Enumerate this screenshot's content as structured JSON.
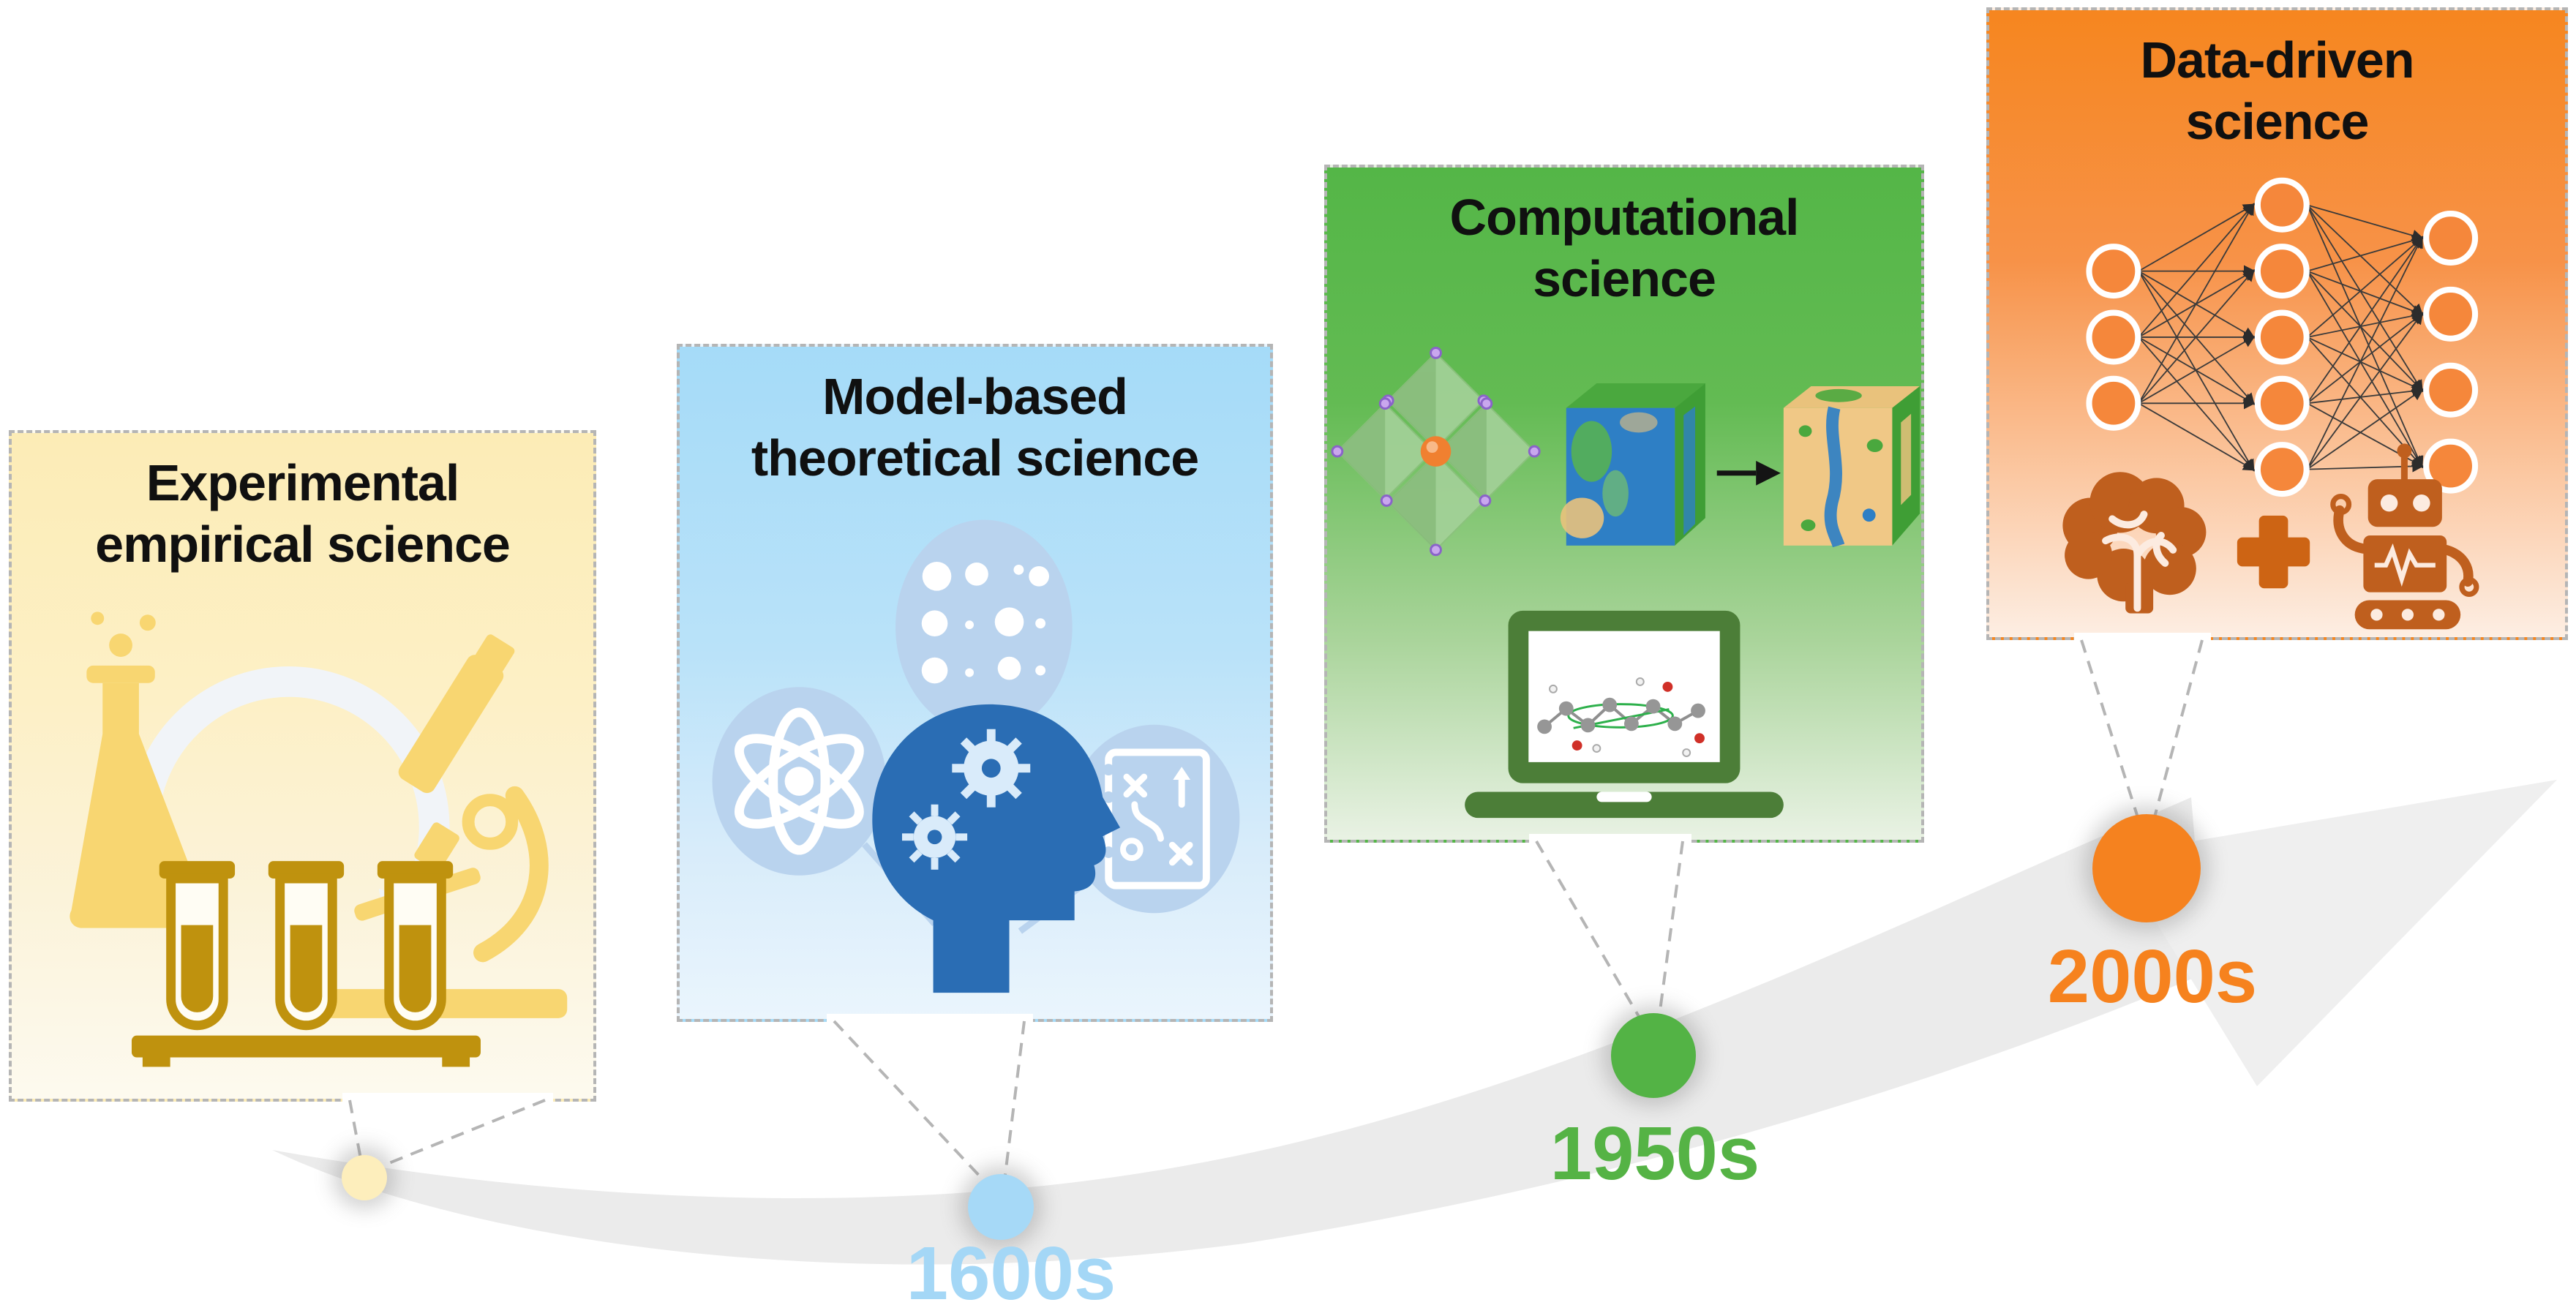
{
  "figure": {
    "type": "timeline-diagram",
    "background": "#ffffff",
    "timeline_arrow_color": "#ededed",
    "dashed_border_color": "#b5b5b5"
  },
  "panels": [
    {
      "name": "experimental-empirical-science",
      "title_line1": "Experimental",
      "title_line2": "empirical science",
      "year_label": "",
      "panel_color": "#fcecb6",
      "icon_color": "#f8d671",
      "icon_color_dark": "#bf920e",
      "dot_color": "#fdeebc",
      "icons": [
        "flask-icon",
        "microscope-icon",
        "test-tubes-icon",
        "cycle-arrow-icon"
      ]
    },
    {
      "name": "model-based-theoretical-science",
      "title_line1": "Model-based",
      "title_line2": "theoretical science",
      "year_label": "1600s",
      "panel_color": "#a5dbf8",
      "icon_color": "#2a6db4",
      "bubble_color": "#b9d3ee",
      "dot_color": "#a6d9f7",
      "icons": [
        "atom-icon",
        "molecule-dots-icon",
        "strategy-icon",
        "thinking-head-gears-icon"
      ]
    },
    {
      "name": "computational-science",
      "title_line1": "Computational",
      "title_line2": "science",
      "year_label": "1950s",
      "panel_color": "#54b647",
      "icon_color": "#4c7e38",
      "dot_color": "#53b345",
      "icons": [
        "crystal-structure-icon",
        "microstructure-cubes-icon",
        "simulation-arrow-icon",
        "laptop-molecule-icon"
      ]
    },
    {
      "name": "data-driven-science",
      "title_line1": "Data-driven",
      "title_line2": "science",
      "year_label": "2000s",
      "panel_color": "#f6861f",
      "icon_color": "#bf5f1e",
      "node_color": "#f5873b",
      "dot_color": "#f5821f",
      "icons": [
        "neural-network-icon",
        "brain-icon",
        "plus-icon",
        "robot-icon"
      ]
    }
  ]
}
